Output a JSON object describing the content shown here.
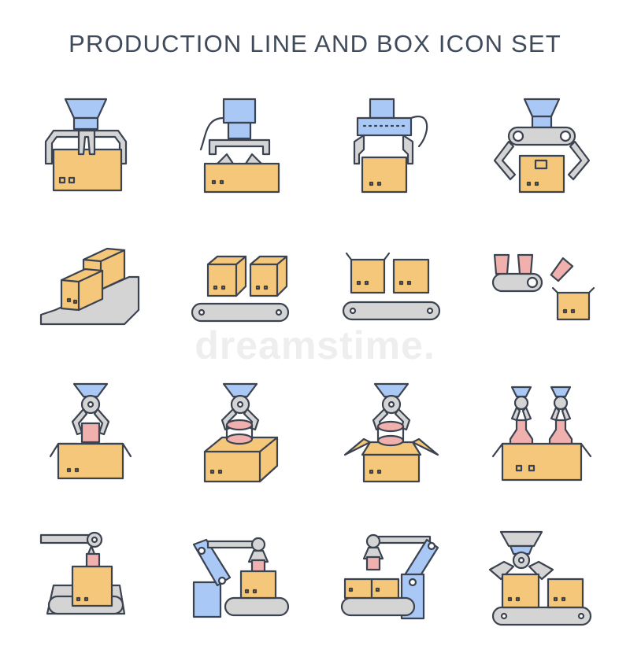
{
  "title": "PRODUCTION LINE AND BOX ICON SET",
  "watermark": "dreamstime.",
  "colors": {
    "outline": "#3c4350",
    "box": "#f4c77a",
    "gray": "#d4d4d4",
    "blue": "#a9c8f5",
    "pink": "#f0b0ae"
  },
  "icons": [
    {
      "name": "hopper-gripper-box"
    },
    {
      "name": "press-gripper-box"
    },
    {
      "name": "clamp-gripper-box"
    },
    {
      "name": "robot-arm-gripper-box"
    },
    {
      "name": "boxes-on-conveyor-3d"
    },
    {
      "name": "two-boxes-conveyor"
    },
    {
      "name": "boxes-flat-conveyor"
    },
    {
      "name": "bottle-filling-conveyor"
    },
    {
      "name": "gripper-cup-open-box"
    },
    {
      "name": "gripper-cup-closed-box"
    },
    {
      "name": "gripper-cup-flaps-box"
    },
    {
      "name": "grippers-bottles-box"
    },
    {
      "name": "overhead-arm-box-conveyor"
    },
    {
      "name": "robot-arm-conveyor-box"
    },
    {
      "name": "robot-arm-boxes-conveyor"
    },
    {
      "name": "hopper-boxes-conveyor"
    }
  ]
}
